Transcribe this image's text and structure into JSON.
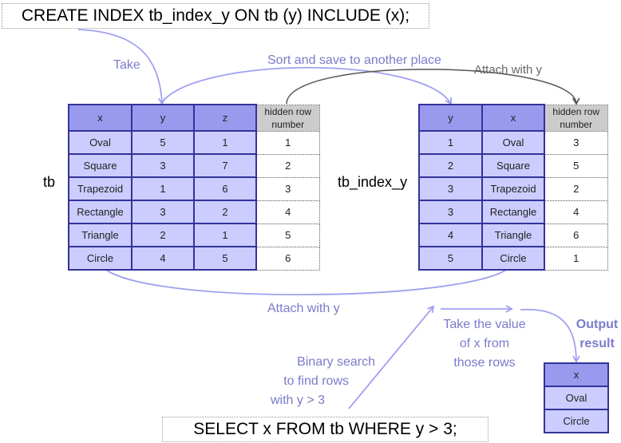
{
  "sql_create": "CREATE INDEX tb_index_y ON tb (y) INCLUDE (x);",
  "sql_select": "SELECT x FROM tb WHERE y > 3;",
  "labels": {
    "take": "Take",
    "sort_save": "Sort and save to another place",
    "attach_top": "Attach with y",
    "attach_bottom": "Attach with y",
    "binary_l1": "Binary search",
    "binary_l2": "to find rows",
    "binary_l3": "with y > 3",
    "take_value_l1": "Take the value",
    "take_value_l2": "of x from",
    "take_value_l3": "those rows",
    "output_l1": "Output",
    "output_l2": "result"
  },
  "tb": {
    "name": "tb",
    "headers": [
      "x",
      "y",
      "z",
      "hidden row number"
    ],
    "rows": [
      [
        "Oval",
        "5",
        "1",
        "1"
      ],
      [
        "Square",
        "3",
        "7",
        "2"
      ],
      [
        "Trapezoid",
        "1",
        "6",
        "3"
      ],
      [
        "Rectangle",
        "3",
        "2",
        "4"
      ],
      [
        "Triangle",
        "2",
        "1",
        "5"
      ],
      [
        "Circle",
        "4",
        "5",
        "6"
      ]
    ]
  },
  "index": {
    "name": "tb_index_y",
    "headers": [
      "y",
      "x",
      "hidden row number"
    ],
    "rows": [
      [
        "1",
        "Oval",
        "3"
      ],
      [
        "2",
        "Square",
        "5"
      ],
      [
        "3",
        "Trapezoid",
        "2"
      ],
      [
        "3",
        "Rectangle",
        "4"
      ],
      [
        "4",
        "Triangle",
        "6"
      ],
      [
        "5",
        "Circle",
        "1"
      ]
    ]
  },
  "result": {
    "headers": [
      "x"
    ],
    "rows": [
      [
        "Oval"
      ],
      [
        "Circle"
      ]
    ]
  },
  "colors": {
    "header": "#9999ee",
    "cell": "#ccccff",
    "border": "#333399",
    "hidden_header": "#cccccc",
    "label": "#7b7bcc",
    "arrow": "#a0a0f0",
    "arrow_dark": "#555555"
  }
}
